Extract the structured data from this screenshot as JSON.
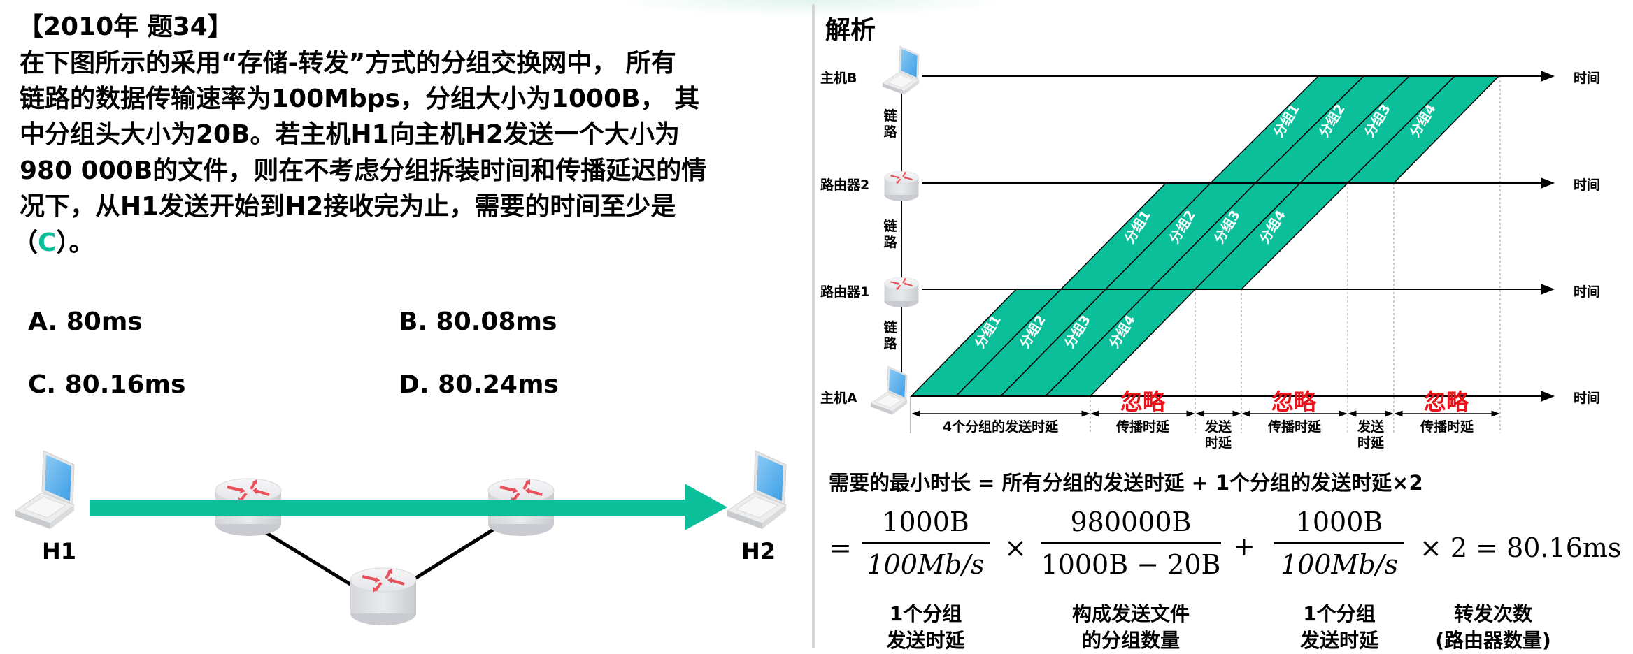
{
  "question": {
    "header": "【2010年 题34】",
    "lines": [
      "在下图所示的采用“存储-转发”方式的分组交换网中， 所有",
      "链路的数据传输速率为100Mbps，分组大小为1000B， 其",
      "中分组头大小为20B。若主机H1向主机H2发送一个大小为",
      "980 000B的文件，则在不考虑分组拆装时间和传播延迟的情",
      "况下，从H1发送开始到H2接收完为止，需要的时间至少是"
    ],
    "answer_prefix": "（",
    "answer": "C",
    "answer_suffix": "）。",
    "options": [
      {
        "key": "A",
        "text": "A. 80ms"
      },
      {
        "key": "B",
        "text": "B. 80.08ms"
      },
      {
        "key": "C",
        "text": "C. 80.16ms"
      },
      {
        "key": "D",
        "text": "D. 80.24ms"
      }
    ]
  },
  "network": {
    "host_left": "H1",
    "host_right": "H2",
    "arrow_color": "#0bbf9a"
  },
  "analysis": {
    "title": "解析",
    "nodes": [
      "主机B",
      "路由器2",
      "路由器1",
      "主机A"
    ],
    "link_label": "链路",
    "time_label": "时间",
    "packets": [
      "分组1",
      "分组2",
      "分组3",
      "分组4"
    ],
    "ignore_label": "忽略",
    "segments": [
      "4个分组的发送时延",
      "传播时延",
      "发送时延",
      "传播时延",
      "发送时延",
      "传播时延"
    ],
    "packet_color": "#0bbf9a",
    "ignore_color": "#e8141b",
    "summary": "需要的最小时长 = 所有分组的发送时延 + 1个分组的发送时延×2",
    "formula": {
      "eq": "=",
      "f1_num": "1000B",
      "f1_den": "100Mb/s",
      "times": "×",
      "f2_num": "980000B",
      "f2_den": "1000B − 20B",
      "plus": "+",
      "f3_num": "1000B",
      "f3_den": "100Mb/s",
      "tail": "× 2 = 80.16ms"
    },
    "captions": [
      {
        "l1": "1个分组",
        "l2": "发送时延"
      },
      {
        "l1": "构成发送文件",
        "l2": "的分组数量"
      },
      {
        "l1": "1个分组",
        "l2": "发送时延"
      },
      {
        "l1": "转发次数",
        "l2": "(路由器数量)"
      }
    ]
  }
}
